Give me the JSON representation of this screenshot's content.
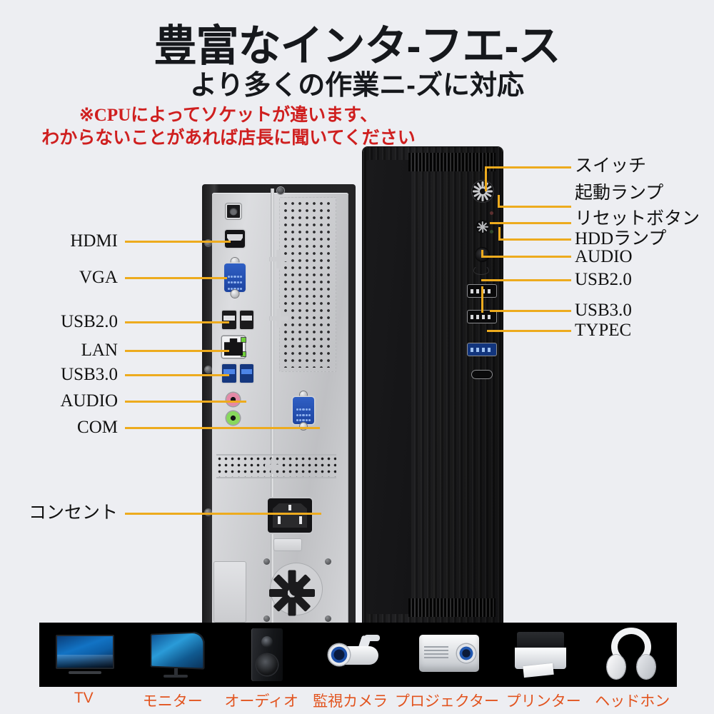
{
  "header": {
    "title": "豊富なインタ-フエ-ス",
    "subtitle": "より多くの作業ニ-ズに対応",
    "warning_line1": "※CPUによってソケットが違います、",
    "warning_line2": "わからないことがあれば店長に聞いてください",
    "warning_color": "#cf1f1f"
  },
  "accent": {
    "leader_line_color": "#edab1e",
    "background_color": "#edeef2",
    "device_label_color": "#e2541f"
  },
  "rear_labels": [
    {
      "id": "hdmi",
      "text": "HDMI"
    },
    {
      "id": "vga",
      "text": "VGA"
    },
    {
      "id": "usb20",
      "text": "USB2.0"
    },
    {
      "id": "lan",
      "text": "LAN"
    },
    {
      "id": "usb30",
      "text": "USB3.0"
    },
    {
      "id": "audio",
      "text": "AUDIO"
    },
    {
      "id": "com",
      "text": "COM"
    },
    {
      "id": "consent",
      "text": "コンセント"
    }
  ],
  "front_labels": [
    {
      "id": "switch",
      "text": "スイッチ"
    },
    {
      "id": "power-lamp",
      "text": "起動ランプ"
    },
    {
      "id": "reset",
      "text": "リセットボタン"
    },
    {
      "id": "hdd-lamp",
      "text": "HDDランプ"
    },
    {
      "id": "audio",
      "text": "AUDIO"
    },
    {
      "id": "usb20",
      "text": "USB2.0"
    },
    {
      "id": "usb30",
      "text": "USB3.0"
    },
    {
      "id": "typec",
      "text": "TYPEC"
    }
  ],
  "devices": [
    {
      "id": "tv",
      "name": "TV"
    },
    {
      "id": "monitor",
      "name": "モニター"
    },
    {
      "id": "audio",
      "name": "オーディオ"
    },
    {
      "id": "camera",
      "name": "監視カメラ"
    },
    {
      "id": "projector",
      "name": "プロジェクター"
    },
    {
      "id": "printer",
      "name": "プリンター"
    },
    {
      "id": "headphone",
      "name": "ヘッドホン"
    }
  ]
}
